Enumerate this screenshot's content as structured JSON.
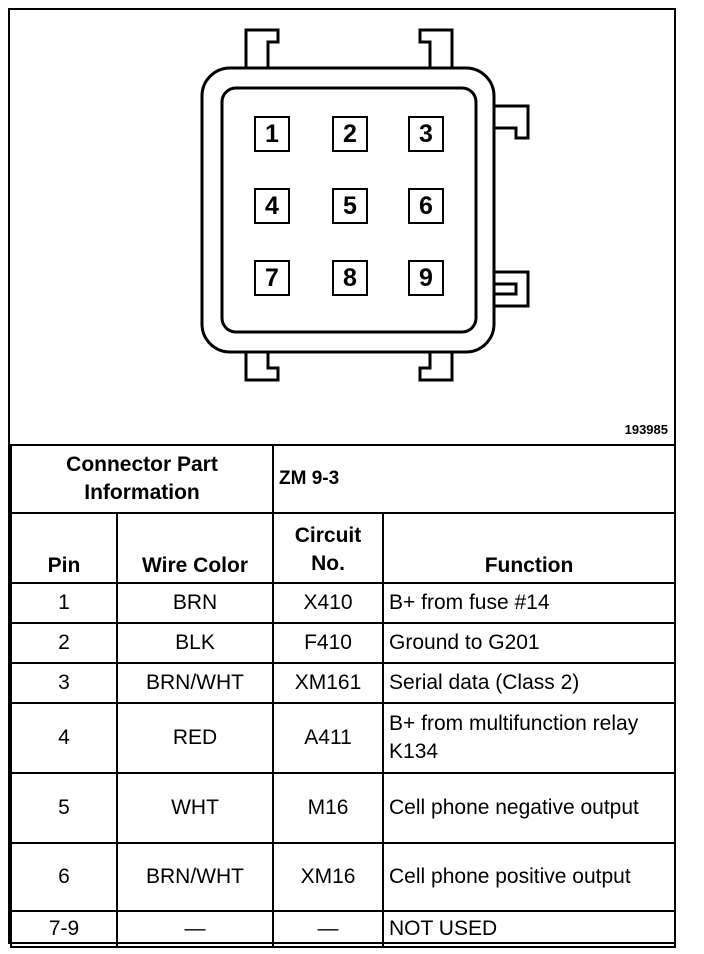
{
  "figure_id": "193985",
  "pins": [
    "1",
    "2",
    "3",
    "4",
    "5",
    "6",
    "7",
    "8",
    "9"
  ],
  "connector_part": {
    "label": "Connector Part Information",
    "value": "ZM 9-3"
  },
  "columns": {
    "pin": "Pin",
    "wire_color": "Wire Color",
    "circuit": "Circuit No.",
    "function": "Function"
  },
  "rows": [
    {
      "pin": "1",
      "color": "BRN",
      "circuit": "X410",
      "function": "B+ from fuse #14"
    },
    {
      "pin": "2",
      "color": "BLK",
      "circuit": "F410",
      "function": "Ground to G201"
    },
    {
      "pin": "3",
      "color": "BRN/WHT",
      "circuit": "XM161",
      "function": "Serial data (Class 2)"
    },
    {
      "pin": "4",
      "color": "RED",
      "circuit": "A411",
      "function": "B+ from multifunction relay K134"
    },
    {
      "pin": "5",
      "color": "WHT",
      "circuit": "M16",
      "function": "Cell phone negative output"
    },
    {
      "pin": "6",
      "color": "BRN/WHT",
      "circuit": "XM16",
      "function": "Cell phone positive output"
    },
    {
      "pin": "7-9",
      "color": "—",
      "circuit": "—",
      "function": "NOT USED"
    }
  ]
}
